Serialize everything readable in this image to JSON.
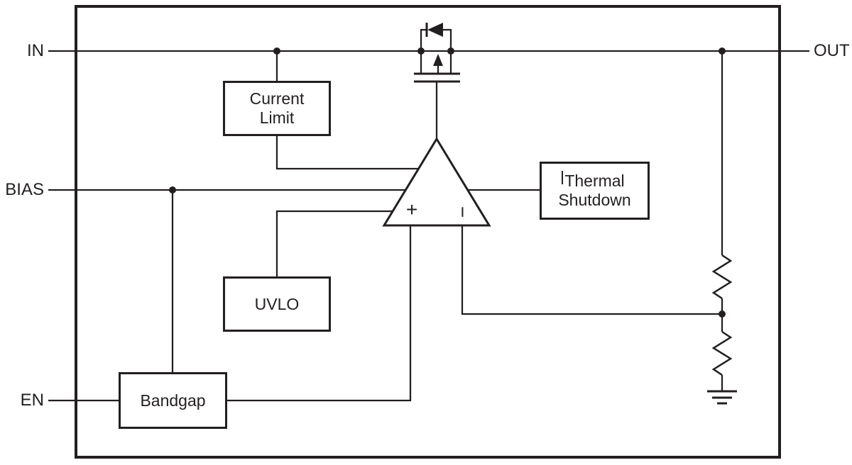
{
  "diagram": {
    "pins": {
      "in": "IN",
      "bias": "BIAS",
      "en": "EN",
      "out": "OUT"
    },
    "blocks": {
      "current_limit": {
        "line1": "Current",
        "line2": "Limit"
      },
      "thermal_shutdown": {
        "line1": "Thermal",
        "line2": "Shutdown"
      },
      "uvlo": {
        "label": "UVLO"
      },
      "bandgap": {
        "label": "Bandgap"
      }
    },
    "amplifier": {
      "plus_label": "+",
      "minus_label": "−"
    },
    "icons": {
      "pass_transistor": "pmos-transistor-icon",
      "body_diode": "diode-icon",
      "feedback_resistors": "resistor-icon",
      "ground": "ground-icon"
    },
    "colors": {
      "line": "#231f20",
      "text": "#231f20",
      "background": "#ffffff"
    }
  }
}
